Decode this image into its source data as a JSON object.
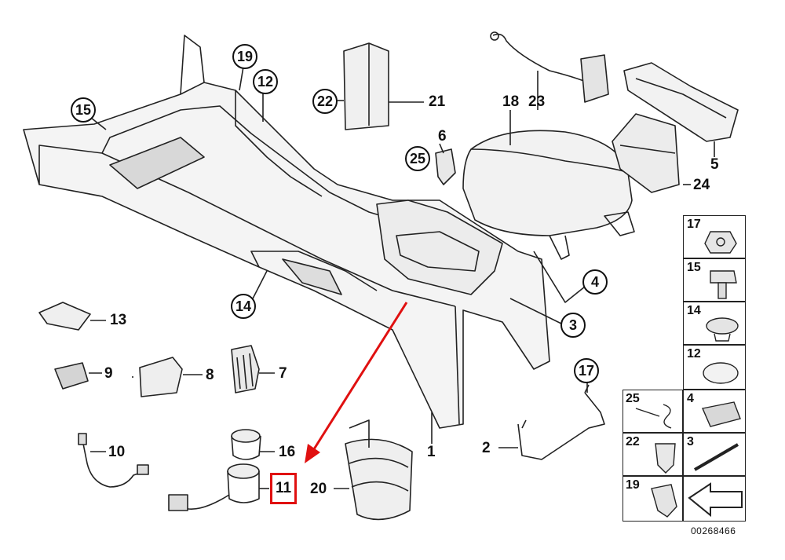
{
  "diagram": {
    "part_labels": {
      "p1": "1",
      "p2": "2",
      "p3": "3",
      "p4": "4",
      "p5": "5",
      "p6": "6",
      "p7": "7",
      "p8": "8",
      "p9": "9",
      "p10": "10",
      "p11": "11",
      "p12": "12",
      "p13": "13",
      "p14": "14",
      "p15": "15",
      "p16": "16",
      "p17": "17",
      "p18": "18",
      "p19": "19",
      "p20": "20",
      "p21": "21",
      "p22": "22",
      "p23": "23",
      "p24": "24",
      "p25": "25"
    },
    "highlighted_part": "11",
    "highlight_color": "#e01010",
    "legend_table": {
      "cells": [
        "17",
        "15",
        "14",
        "12",
        "25",
        "4",
        "22",
        "3",
        "19"
      ]
    },
    "diagram_code": "00268466"
  }
}
